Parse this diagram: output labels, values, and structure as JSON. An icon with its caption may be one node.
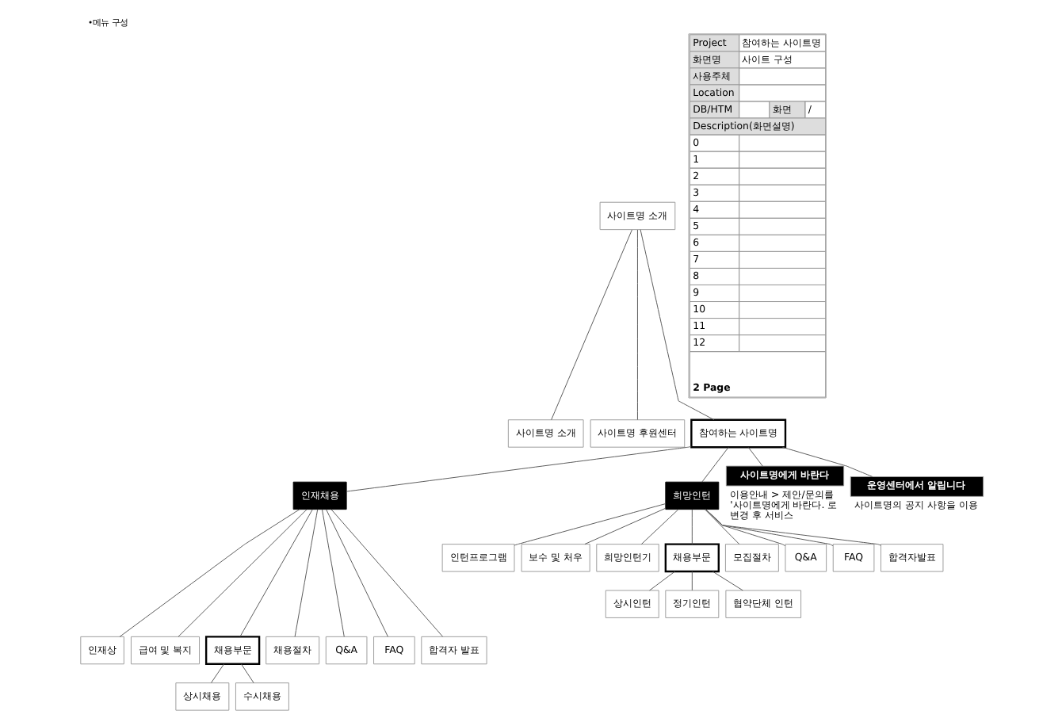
{
  "diagram": {
    "title": "•메뉴 구성",
    "nodes": [
      {
        "text": [
          "사이트명 소개"
        ]
      },
      {
        "text": [
          "사이트명 소개"
        ]
      },
      {
        "text": [
          "사이트명 후원센터"
        ]
      },
      {
        "text": [
          "참여하는 사이트명"
        ]
      },
      {
        "text": [
          "인재채용"
        ]
      },
      {
        "text": [
          "희망인턴"
        ]
      },
      {
        "text": [
          "사이트명에게 바란다"
        ],
        "beside": [
          "이용안내 > 제안/문의를 '사이트명에게 바란다. 로 변경 후 서비스"
        ]
      },
      {
        "text": [
          "운영센터에서 알립니다"
        ],
        "beside": [
          "사이트명의 공지 사항을 이용"
        ]
      },
      {
        "text": [
          "인턴프로그램"
        ]
      },
      {
        "text": [
          "보수 및 처우"
        ]
      },
      {
        "text": [
          "희망인턴기"
        ]
      },
      {
        "text": [
          "채용부문"
        ]
      },
      {
        "text": [
          "모집절차"
        ]
      },
      {
        "text": [
          "Q&A"
        ]
      },
      {
        "text": [
          "FAQ"
        ]
      },
      {
        "text": [
          "합격자발표"
        ]
      },
      {
        "text": [
          "상시인턴"
        ]
      },
      {
        "text": [
          "정기인턴"
        ]
      },
      {
        "text": [
          "협약단체 인턴"
        ]
      },
      {
        "text": [
          "인재상"
        ]
      },
      {
        "text": [
          "급여 및 복지"
        ]
      },
      {
        "text": [
          "채용부문"
        ]
      },
      {
        "text": [
          "채용절차"
        ]
      },
      {
        "text": [
          "Q&A"
        ]
      },
      {
        "text": [
          "FAQ"
        ]
      },
      {
        "text": [
          "합격자 발표"
        ]
      },
      {
        "text": [
          "상시채용"
        ]
      },
      {
        "text": [
          "수시채용"
        ]
      }
    ],
    "edges": [
      {
        "from": 0,
        "to": 1,
        "arrow": "none"
      },
      {
        "from": 0,
        "to": 2,
        "arrow": "none"
      },
      {
        "from": 0,
        "to": 3,
        "arrow": "none"
      },
      {
        "from": 3,
        "to": 4,
        "arrow": "none"
      },
      {
        "from": 3,
        "to": 5,
        "arrow": "none"
      },
      {
        "from": 3,
        "to": 6,
        "arrow": "none"
      },
      {
        "from": 3,
        "to": 7,
        "arrow": "none"
      },
      {
        "from": 5,
        "to": 8,
        "arrow": "none"
      },
      {
        "from": 5,
        "to": 9,
        "arrow": "none"
      },
      {
        "from": 5,
        "to": 10,
        "arrow": "none"
      },
      {
        "from": 5,
        "to": 11,
        "arrow": "none"
      },
      {
        "from": 5,
        "to": 12,
        "arrow": "none"
      },
      {
        "from": 5,
        "to": 13,
        "arrow": "none"
      },
      {
        "from": 5,
        "to": 14,
        "arrow": "none"
      },
      {
        "from": 5,
        "to": 15,
        "arrow": "none"
      },
      {
        "from": 11,
        "to": 16,
        "arrow": "none"
      },
      {
        "from": 11,
        "to": 17,
        "arrow": "none"
      },
      {
        "from": 11,
        "to": 18,
        "arrow": "none"
      },
      {
        "from": 4,
        "to": 19,
        "arrow": "none"
      },
      {
        "from": 4,
        "to": 20,
        "arrow": "none"
      },
      {
        "from": 4,
        "to": 21,
        "arrow": "none"
      },
      {
        "from": 4,
        "to": 22,
        "arrow": "none"
      },
      {
        "from": 4,
        "to": 23,
        "arrow": "none"
      },
      {
        "from": 4,
        "to": 24,
        "arrow": "none"
      },
      {
        "from": 4,
        "to": 25,
        "arrow": "none"
      },
      {
        "from": 21,
        "to": 26,
        "arrow": "none"
      },
      {
        "from": 21,
        "to": 27,
        "arrow": "none"
      }
    ],
    "labels": [
      "Project",
      "참여하는 사이트명",
      "화면명",
      "사이트 구성",
      "사용주체",
      "Location",
      "DB/HTM",
      "화면",
      "/",
      "Description(화면설명)",
      "0",
      "1",
      "2",
      "3",
      "4",
      "5",
      "6",
      "7",
      "8",
      "9",
      "10",
      "11",
      "12",
      "2 Page"
    ]
  }
}
